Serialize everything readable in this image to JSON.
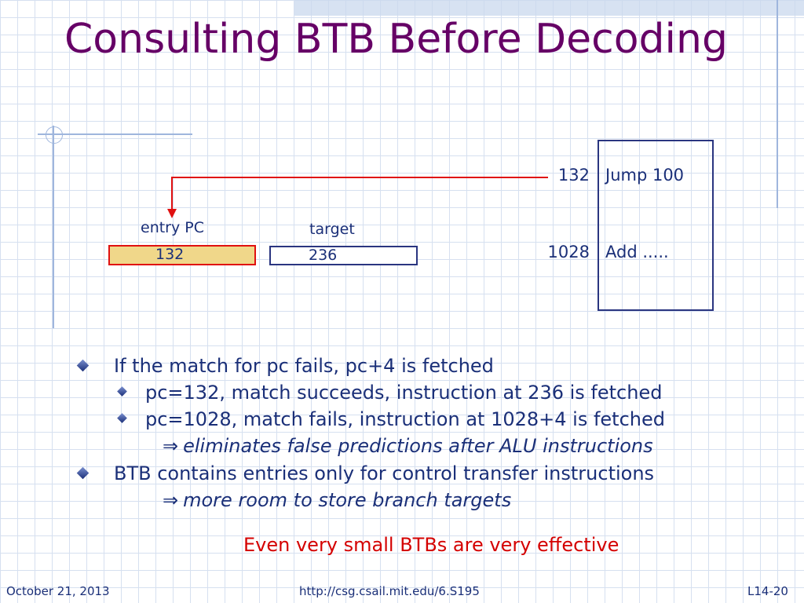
{
  "slide": {
    "title": "Consulting BTB Before Decoding"
  },
  "diagram": {
    "entry_label": "entry PC",
    "target_label": "target",
    "entry_value": "132",
    "target_value": "236",
    "memory": [
      {
        "addr": "132",
        "instr": "Jump 100"
      },
      {
        "addr": "1028",
        "instr": "Add ....."
      }
    ],
    "arrow_color": "#e01010"
  },
  "bullets": [
    {
      "level": 1,
      "text": "If the match for pc fails, pc+4 is fetched"
    },
    {
      "level": 2,
      "text": "pc=132, match succeeds, instruction at 236 is fetched"
    },
    {
      "level": 2,
      "text": "pc=1028, match fails, instruction at 1028+4 is fetched"
    },
    {
      "level": 3,
      "symbol": "⇒",
      "text": "eliminates false predictions after ALU instructions"
    },
    {
      "level": 1,
      "text": "BTB contains entries only for control transfer instructions"
    },
    {
      "level": 3,
      "symbol": "⇒",
      "text": "more room to store branch targets"
    }
  ],
  "callout": "Even very small BTBs are very effective",
  "footer": {
    "date": "October 21, 2013",
    "url": "http://csg.csail.mit.edu/6.S195",
    "slide_number": "L14-20"
  },
  "colors": {
    "title": "#660066",
    "text": "#1a2f78",
    "callout": "#d40000",
    "entry_fill": "#f0d78a",
    "entry_border": "#e01010"
  }
}
